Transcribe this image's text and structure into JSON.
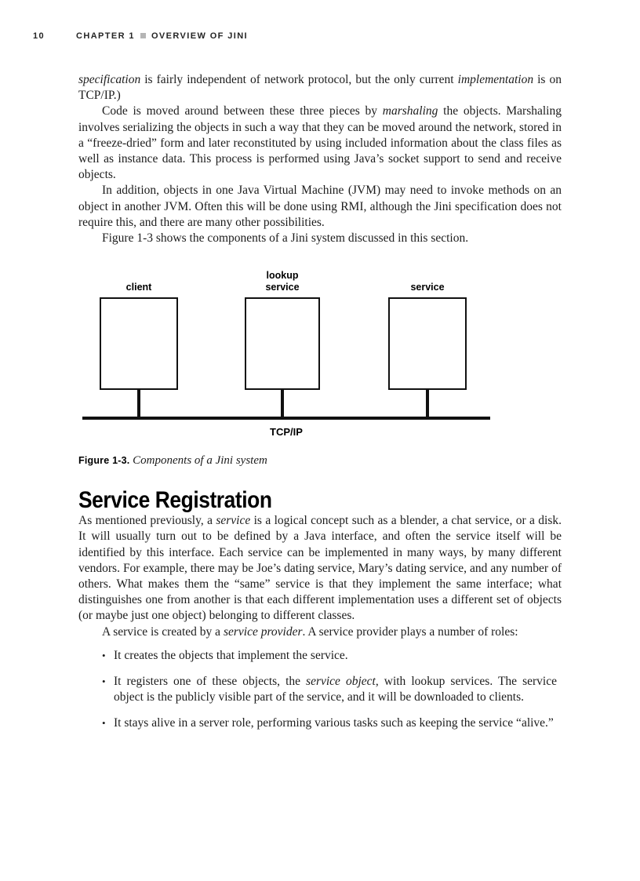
{
  "header": {
    "page_number": "10",
    "chapter_label": "CHAPTER 1",
    "book_title": "OVERVIEW OF JINI"
  },
  "content": {
    "p1": {
      "s0": "specification",
      "s1": " is fairly independent of network protocol, but the only current ",
      "s2": "implementation",
      "s3": " is on TCP/IP.)"
    },
    "p2": {
      "s0": "Code is moved around between these three pieces by ",
      "s1": "marshaling",
      "s2": " the objects. Marshaling involves serializing the objects in such a way that they can be moved around the network, stored in a “freeze-dried” form and later reconstituted by using included information about the class files as well as instance data. This process is performed using Java’s socket support to send and receive objects."
    },
    "p3": "In addition, objects in one Java Virtual Machine (JVM) may need to invoke methods on an object in another JVM. Often this will be done using RMI, although the Jini specification does not require this, and there are many other possibilities.",
    "p4": "Figure 1-3 shows the components of a Jini system discussed in this section."
  },
  "figure": {
    "label_client": "client",
    "label_lookup_line1": "lookup",
    "label_lookup_line2": "service",
    "label_service": "service",
    "bus_label": "TCP/IP",
    "caption_label": "Figure 1-3.",
    "caption_title": "Components of a Jini system"
  },
  "section": {
    "heading": "Service Registration",
    "p1": {
      "s0": "As mentioned previously, a ",
      "s1": "service",
      "s2": " is a logical concept such as a blender, a chat service, or a disk. It will usually turn out to be defined by a Java interface, and often the service itself will be identified by this interface. Each service can be implemented in many ways, by many different vendors. For example, there may be Joe’s dating service, Mary’s dating service, and any number of others. What makes them the “same” service is that they implement the same interface; what distinguishes one from another is that each different implementation uses a different set of objects (or maybe just one object) belonging to different classes."
    },
    "p2": {
      "s0": "A service is created by a ",
      "s1": "service provider",
      "s2": ". A service provider plays a number of roles:"
    },
    "bullet_glyph": "•",
    "bullets": {
      "b1": {
        "s0": "It creates the objects that implement the service."
      },
      "b2": {
        "s0": "It registers one of these objects, the ",
        "s1": "service object",
        "s2": ", with lookup services. The service object is the publicly visible part of the service, and it will be downloaded to clients."
      },
      "b3": {
        "s0": "It stays alive in a server role, performing various tasks such as keeping the service “alive.”"
      }
    }
  }
}
